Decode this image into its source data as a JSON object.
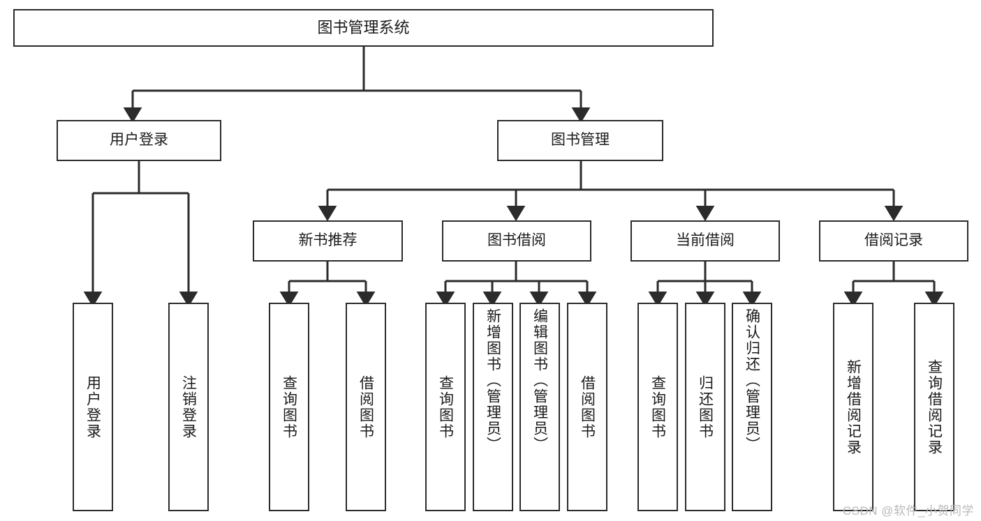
{
  "diagram": {
    "title": "图书管理系统",
    "type": "tree",
    "watermark": "CSDN @软件_小贺同学",
    "colors": {
      "background": "#ffffff",
      "node_border": "#2b2b2b",
      "node_fill": "#ffffff",
      "text": "#1a1a1a",
      "connector": "#2b2b2b",
      "watermark": "#b9b9b9"
    },
    "nodes": {
      "root": {
        "label": "图书管理系统"
      },
      "level2": [
        {
          "label": "用户登录"
        },
        {
          "label": "图书管理"
        }
      ],
      "level3": [
        {
          "label": "新书推荐"
        },
        {
          "label": "图书借阅"
        },
        {
          "label": "当前借阅"
        },
        {
          "label": "借阅记录"
        }
      ],
      "leaves": {
        "user_login": [
          {
            "label": "用户登录"
          },
          {
            "label": "注销登录"
          }
        ],
        "new_book_recommend": [
          {
            "label": "查询图书"
          },
          {
            "label": "借阅图书"
          }
        ],
        "book_borrow": [
          {
            "label": "查询图书"
          },
          {
            "label": "新增图书（管理员）"
          },
          {
            "label": "编辑图书（管理员）"
          },
          {
            "label": "借阅图书"
          }
        ],
        "current_borrow": [
          {
            "label": "查询图书"
          },
          {
            "label": "归还图书"
          },
          {
            "label": "确认归还（管理员）"
          }
        ],
        "borrow_record": [
          {
            "label": "新增借阅记录"
          },
          {
            "label": "查询借阅记录"
          }
        ]
      }
    }
  }
}
